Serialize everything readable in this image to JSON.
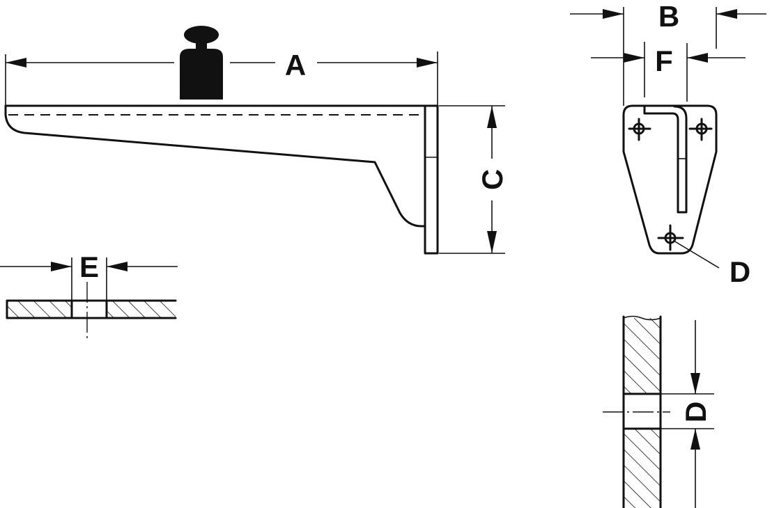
{
  "labels": {
    "A": "A",
    "B": "B",
    "C": "C",
    "D": "D",
    "E": "E",
    "F": "F"
  },
  "colors": {
    "line": "#111111",
    "background": "#ffffff"
  }
}
